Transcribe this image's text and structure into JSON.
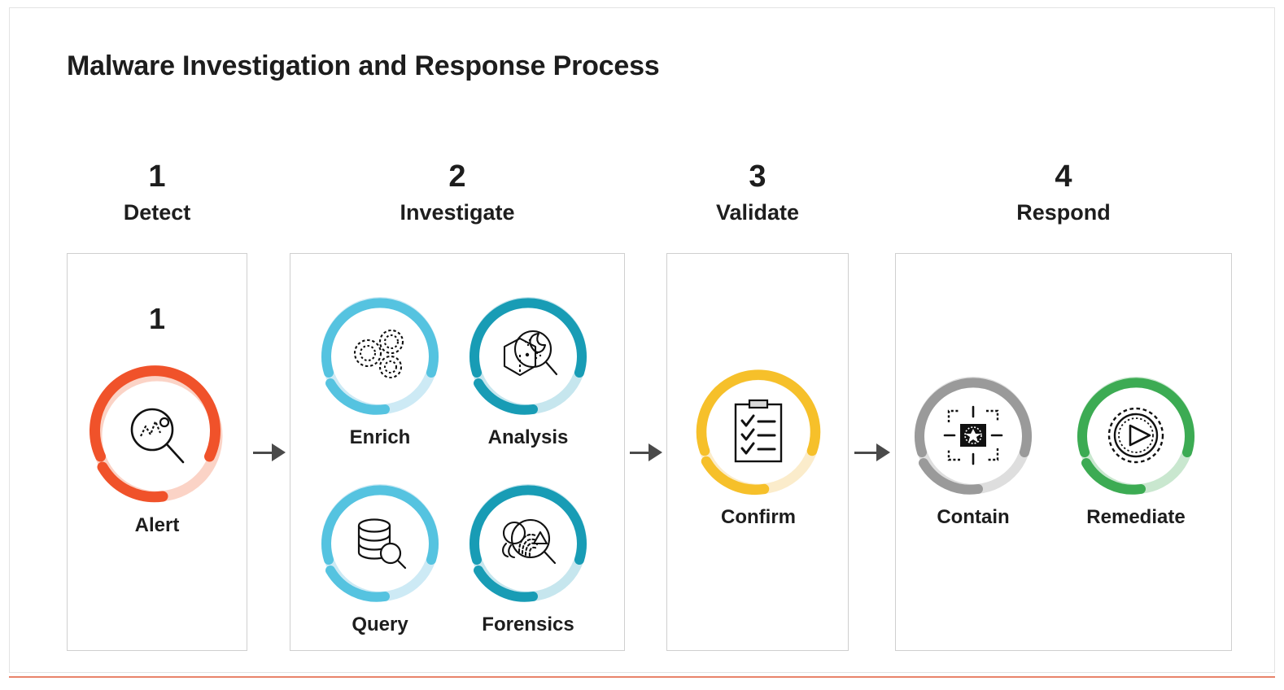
{
  "page": {
    "title": "Malware Investigation and Response Process",
    "background_color": "#ffffff",
    "frame_color": "#e3e3e3",
    "accent_bar_color": "#e8836a",
    "box_border_color": "#cfcfcf",
    "arrow_color": "#4a4a4a",
    "text_color": "#1d1d1d"
  },
  "stages": [
    {
      "number": "1",
      "label": "Detect",
      "inner_number": "1",
      "nodes": [
        {
          "caption": "Alert",
          "icon": "magnifier-waveform-icon",
          "ring_color": "#f0522a",
          "ring_color_faded": "#fbd3c6"
        }
      ]
    },
    {
      "number": "2",
      "label": "Investigate",
      "inner_number": "",
      "nodes": [
        {
          "caption": "Enrich",
          "icon": "gears-icon",
          "ring_color": "#55c3e0",
          "ring_color_faded": "#cdeaf5"
        },
        {
          "caption": "Analysis",
          "icon": "virus-magnifier-cube-icon",
          "ring_color": "#189cb5",
          "ring_color_faded": "#c6e6ee"
        },
        {
          "caption": "Query",
          "icon": "database-search-icon",
          "ring_color": "#55c3e0",
          "ring_color_faded": "#cdeaf5"
        },
        {
          "caption": "Forensics",
          "icon": "fingerprint-magnifier-icon",
          "ring_color": "#189cb5",
          "ring_color_faded": "#c6e6ee"
        }
      ]
    },
    {
      "number": "3",
      "label": "Validate",
      "inner_number": "",
      "nodes": [
        {
          "caption": "Confirm",
          "icon": "clipboard-checklist-icon",
          "ring_color": "#f6c02a",
          "ring_color_faded": "#fbeccb"
        }
      ]
    },
    {
      "number": "4",
      "label": "Respond",
      "inner_number": "",
      "nodes": [
        {
          "caption": "Contain",
          "icon": "target-quarantine-icon",
          "ring_color": "#9a9a9a",
          "ring_color_faded": "#dedede"
        },
        {
          "caption": "Remediate",
          "icon": "gear-play-icon",
          "ring_color": "#3cab53",
          "ring_color_faded": "#c9e7cf"
        }
      ]
    }
  ],
  "arrows": [
    {
      "name": "arrow-detect-to-investigate"
    },
    {
      "name": "arrow-investigate-to-validate"
    },
    {
      "name": "arrow-validate-to-respond"
    }
  ]
}
